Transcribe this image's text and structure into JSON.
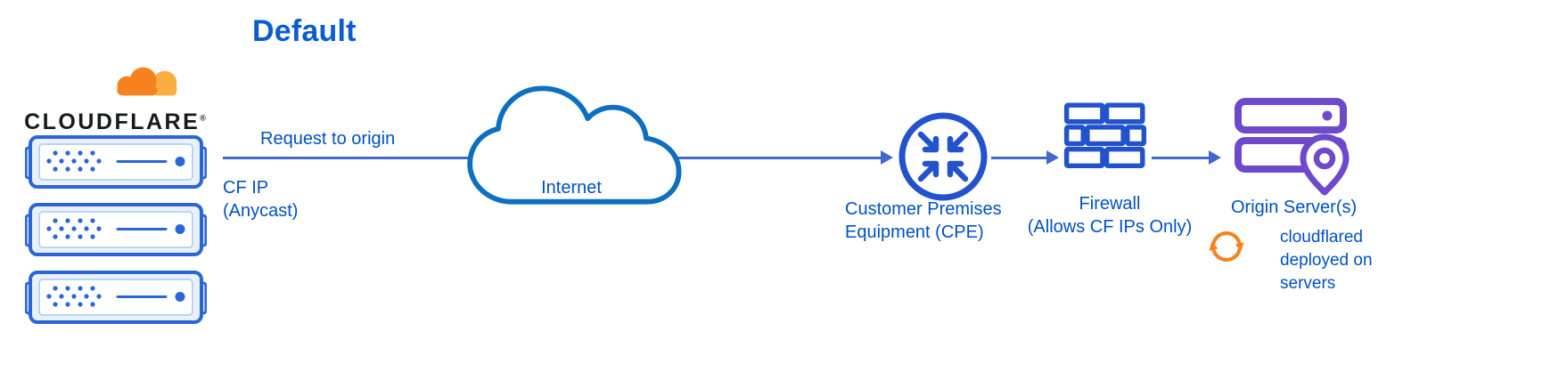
{
  "title": "Default",
  "logo": {
    "brand": "CLOUDFLARE",
    "registered_mark": "®"
  },
  "labels": {
    "request_to_origin": "Request to origin",
    "cf_ip": "CF IP\n(Anycast)",
    "internet": "Internet",
    "cpe": "Customer Premises\nEquipment (CPE)",
    "firewall": "Firewall\n(Allows CF IPs Only)",
    "origin": "Origin Server(s)",
    "cloudflared": "cloudflared\ndeployed on\nservers"
  },
  "icons": {
    "cloudflare_logo": "orange-cloud",
    "edge_server": "server-rack",
    "internet": "cloud-outline",
    "cpe": "arrows-converging-in-circle",
    "firewall": "brick-wall",
    "origin_server": "server-stack-with-location-pin",
    "cloudflared": "sync-arrows"
  },
  "colors": {
    "text_blue": "#0051c3",
    "arrow_blue": "#4169cd",
    "internet_cloud_blue": "#0c6fc0",
    "icon_blue": "#2353cc",
    "server_blue": "#2b66d8",
    "origin_purple": "#6e49cb",
    "cloudflare_orange": "#f6821f",
    "cloudflare_orange_light": "#fbad41"
  }
}
